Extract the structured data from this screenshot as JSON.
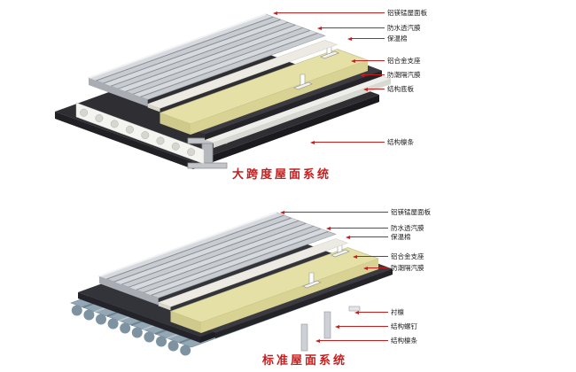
{
  "colors": {
    "accent_red": "#c41f1f"
  },
  "top_diagram": {
    "title": "大跨度屋面系统",
    "labels": [
      {
        "text": "铝镁锰屋面板"
      },
      {
        "text": "防水透汽膜"
      },
      {
        "text": "保温棉"
      },
      {
        "text": "铝合金支座"
      },
      {
        "text": "防潮隔汽膜"
      },
      {
        "text": "结构底板"
      },
      {
        "text": "结构檩条"
      }
    ]
  },
  "bottom_diagram": {
    "title": "标准屋面系统",
    "labels": [
      {
        "text": "铝镁锰屋面板"
      },
      {
        "text": "防水透汽膜"
      },
      {
        "text": "保温棉"
      },
      {
        "text": "铝合金支座"
      },
      {
        "text": "防潮隔汽膜"
      },
      {
        "text": "衬檩"
      },
      {
        "text": "结构螺钉"
      },
      {
        "text": "结构檩条"
      }
    ]
  }
}
